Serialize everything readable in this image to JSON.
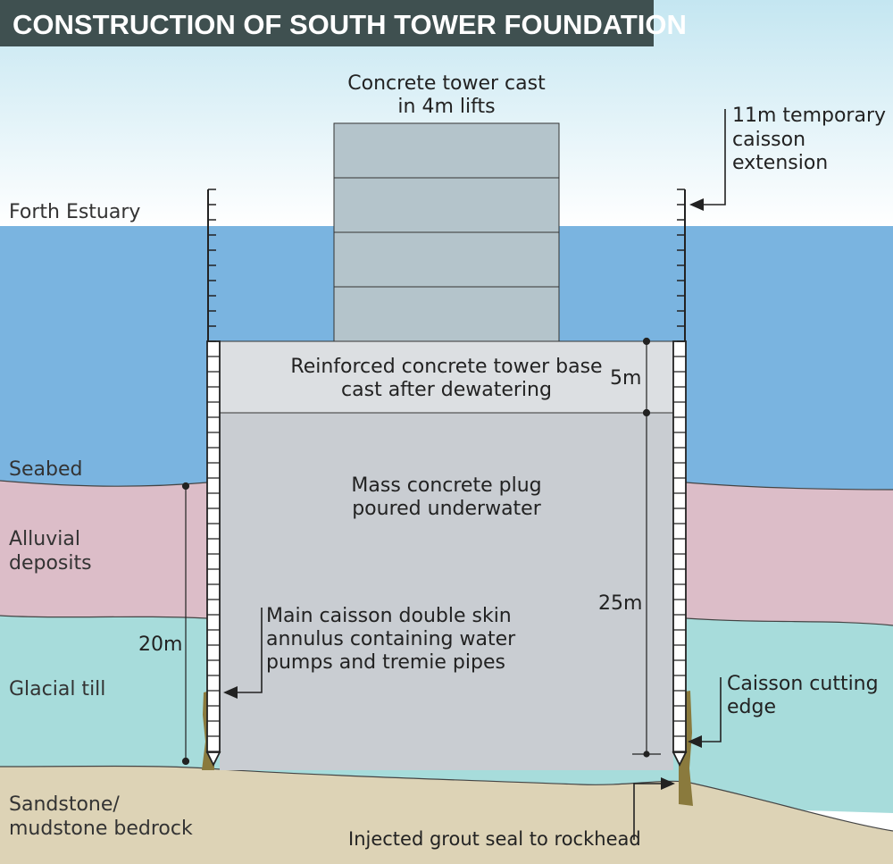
{
  "title": "CONSTRUCTION OF SOUTH TOWER FOUNDATION",
  "layers": {
    "water": "Forth Estuary",
    "seabed": "Seabed",
    "alluvial_line1": "Alluvial",
    "alluvial_line2": "deposits",
    "till": "Glacial till",
    "bedrock_line1": "Sandstone/",
    "bedrock_line2": "mudstone bedrock"
  },
  "labels": {
    "tower_line1": "Concrete tower cast",
    "tower_line2": "in 4m lifts",
    "extension_line1": "11m temporary",
    "extension_line2": "caisson",
    "extension_line3": "extension",
    "base_line1": "Reinforced concrete tower base",
    "base_line2": "cast after dewatering",
    "plug_line1": "Mass concrete plug",
    "plug_line2": "poured underwater",
    "annulus_line1": "Main caisson double skin",
    "annulus_line2": "annulus containing water",
    "annulus_line3": "pumps and tremie pipes",
    "cutting_line1": "Caisson cutting",
    "cutting_line2": "edge",
    "grout": "Injected grout seal to rockhead"
  },
  "dimensions": {
    "base": "5m",
    "plug": "25m",
    "penetration": "20m"
  },
  "colors": {
    "title_bar": "#3f5050",
    "sky_top": "#c4e6f1",
    "sky_bottom": "#ffffff",
    "water": "#7ab4e0",
    "alluvial": "#dcbdc8",
    "till": "#a7dcdb",
    "bedrock": "#ddd3b6",
    "plug": "#c9cdd2",
    "base": "#dcdfe2",
    "tower": "#b4c4cb",
    "grout": "#8a7a3d"
  }
}
